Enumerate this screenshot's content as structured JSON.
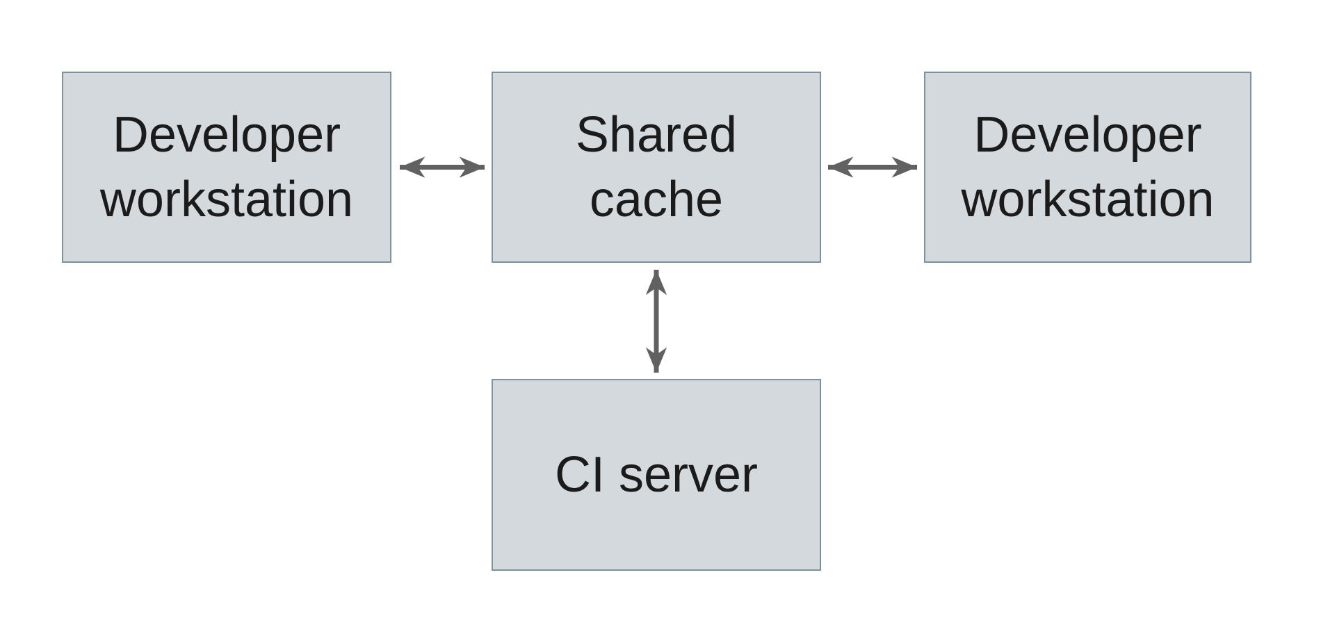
{
  "diagram": {
    "nodes": {
      "developer_workstation_left": {
        "label": "Developer\nworkstation"
      },
      "shared_cache": {
        "label": "Shared\ncache"
      },
      "developer_workstation_right": {
        "label": "Developer\nworkstation"
      },
      "ci_server": {
        "label": "CI server"
      }
    },
    "edges": [
      {
        "from": "developer_workstation_left",
        "to": "shared_cache",
        "direction": "bidirectional"
      },
      {
        "from": "shared_cache",
        "to": "developer_workstation_right",
        "direction": "bidirectional"
      },
      {
        "from": "shared_cache",
        "to": "ci_server",
        "direction": "bidirectional"
      }
    ],
    "colors": {
      "background": "#ffffff",
      "node_fill": "#d3d9dc",
      "node_border": "#7e929d",
      "arrow": "#616161",
      "text": "#1b1b1b"
    }
  }
}
